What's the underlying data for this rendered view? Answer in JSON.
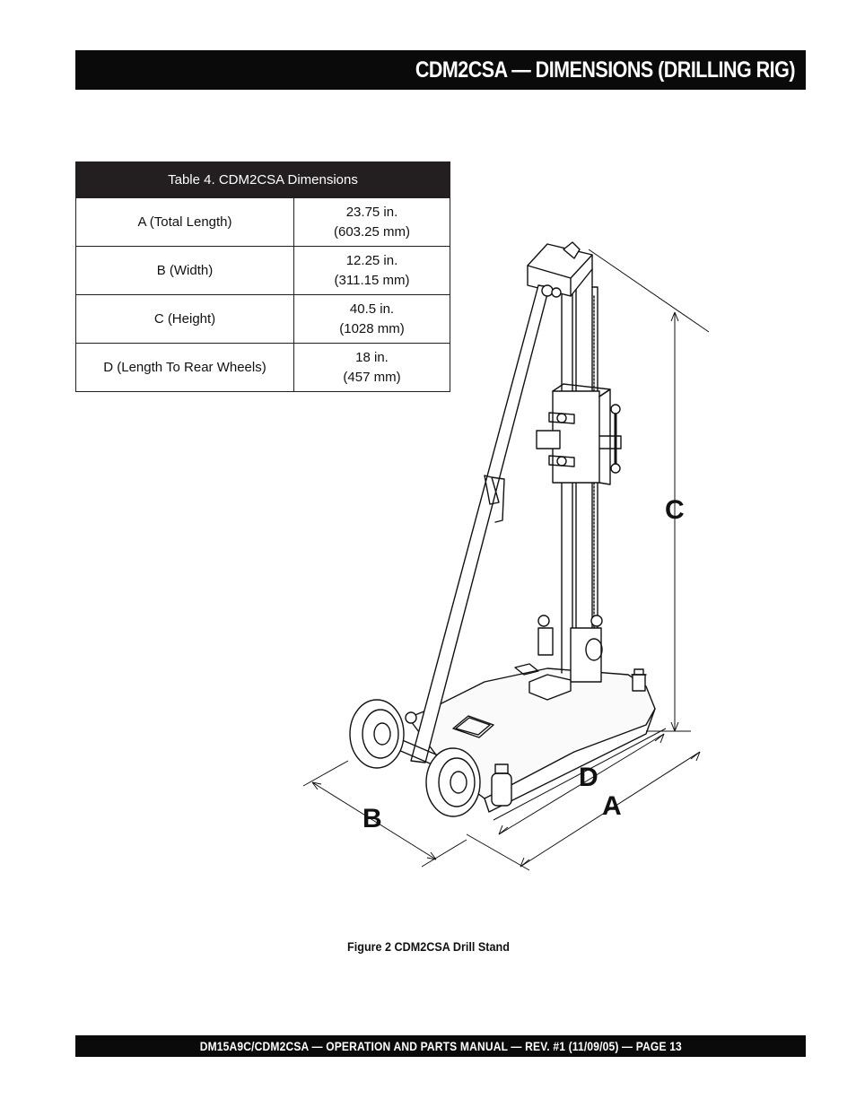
{
  "header": {
    "title": "CDM2CSA — DIMENSIONS (DRILLING RIG)"
  },
  "table": {
    "caption": "Table 4. CDM2CSA Dimensions",
    "rows": [
      {
        "label": "A (Total Length)",
        "value_in": "23.75 in.",
        "value_mm": "(603.25 mm)"
      },
      {
        "label": "B (Width)",
        "value_in": "12.25 in.",
        "value_mm": "(311.15 mm)"
      },
      {
        "label": "C (Height)",
        "value_in": "40.5 in.",
        "value_mm": "(1028 mm)"
      },
      {
        "label": "D (Length To Rear Wheels)",
        "value_in": "18 in.",
        "value_mm": "(457 mm)"
      }
    ]
  },
  "figure": {
    "labels": {
      "a": "A",
      "b": "B",
      "c": "C",
      "d": "D"
    },
    "caption": "Figure 2  CDM2CSA Drill Stand"
  },
  "footer": {
    "text": "DM15A9C/CDM2CSA —  OPERATION AND PARTS MANUAL — REV. #1  (11/09/05) — PAGE 13"
  }
}
